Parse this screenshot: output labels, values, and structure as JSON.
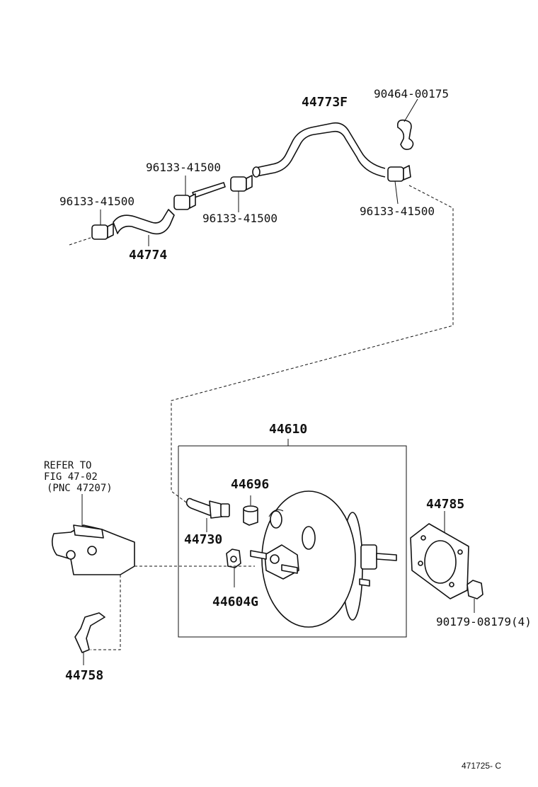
{
  "labels": {
    "hose_upper": "44773F",
    "clip": "90464-00175",
    "clamp_a": "96133-41500",
    "clamp_b": "96133-41500",
    "clamp_c": "96133-41500",
    "clamp_d": "96133-41500",
    "hose_lower": "44774",
    "booster_assy": "44610",
    "grommet": "44696",
    "check_valve": "44730",
    "nut": "44604G",
    "gasket": "44785",
    "bolt": "90179-08179(4)",
    "bracket": "44758",
    "ref_line1": "REFER TO",
    "ref_line2": "FIG 47-02",
    "ref_line3": "(PNC 47207)",
    "diagram_code": "471725- C"
  }
}
